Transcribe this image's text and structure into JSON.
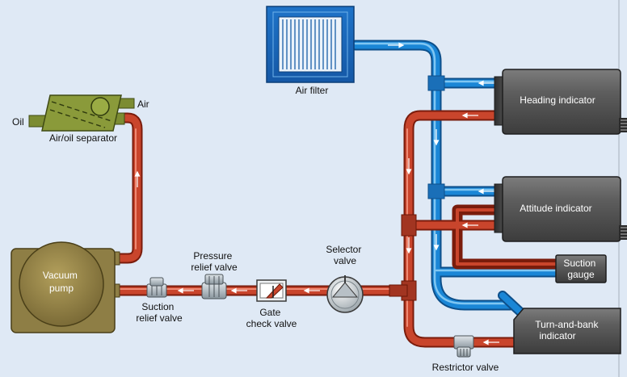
{
  "labels": {
    "air_filter": "Air filter",
    "air": "Air",
    "oil": "Oil",
    "air_oil_separator": "Air/oil separator",
    "vacuum_pump": [
      "Vacuum",
      "pump"
    ],
    "suction_relief_valve": [
      "Suction",
      "relief valve"
    ],
    "pressure_relief_valve": [
      "Pressure",
      "relief valve"
    ],
    "gate_check_valve": [
      "Gate",
      "check valve"
    ],
    "selector_valve": [
      "Selector",
      "valve"
    ],
    "restrictor_valve": "Restrictor valve",
    "heading_indicator": "Heading indicator",
    "attitude_indicator": "Attitude indicator",
    "suction_gauge": [
      "Suction",
      "gauge"
    ],
    "turn_and_bank_indicator": [
      "Turn-and-bank",
      "indicator"
    ]
  },
  "colors": {
    "background": "#dfe9f5",
    "vacuum_line": "#c9452c",
    "filtered_air_line": "#1a86d6",
    "pump_body": "#8e7e45",
    "separator": "#8a9a3a",
    "instrument_body": "#5a5a5a"
  }
}
